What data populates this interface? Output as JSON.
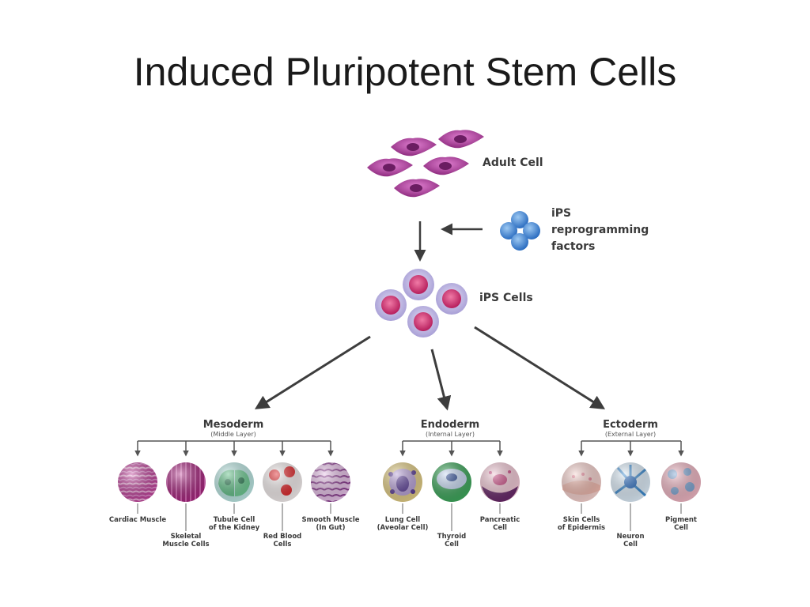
{
  "title": "Induced Pluripotent Stem Cells",
  "adult_cell": "Adult Cell",
  "ips_factors": {
    "line1": "iPS",
    "line2": "reprogramming",
    "line3": "factors"
  },
  "ips_cells": "iPS Cells",
  "layers": {
    "mesoderm": {
      "name": "Mesoderm",
      "sub": "(Middle Layer)",
      "cells": {
        "cardiac": {
          "l1": "Cardiac Muscle",
          "l2": ""
        },
        "skeletal": {
          "l1": "Skeletal",
          "l2": "Muscle Cells"
        },
        "tubule": {
          "l1": "Tubule Cell",
          "l2": "of the Kidney"
        },
        "rbc": {
          "l1": "Red Blood",
          "l2": "Cells"
        },
        "smooth": {
          "l1": "Smooth Muscle",
          "l2": "(In Gut)"
        }
      }
    },
    "endoderm": {
      "name": "Endoderm",
      "sub": "(Internal Layer)",
      "cells": {
        "lung": {
          "l1": "Lung Cell",
          "l2": "(Aveolar Cell)"
        },
        "thyroid": {
          "l1": "Thyroid",
          "l2": "Cell"
        },
        "pancreatic": {
          "l1": "Pancreatic",
          "l2": "Cell"
        }
      }
    },
    "ectoderm": {
      "name": "Ectoderm",
      "sub": "(External Layer)",
      "cells": {
        "skin": {
          "l1": "Skin Cells",
          "l2": "of Epidermis"
        },
        "neuron": {
          "l1": "Neuron",
          "l2": "Cell"
        },
        "pigment": {
          "l1": "Pigment",
          "l2": "Cell"
        }
      }
    }
  },
  "colors": {
    "arrow": "#3d3d3d",
    "adult_cell": "#b8479f",
    "factor": "#4a8ed8",
    "ips_outer": "#c9c3e6",
    "ips_inner": "#d0336f"
  }
}
